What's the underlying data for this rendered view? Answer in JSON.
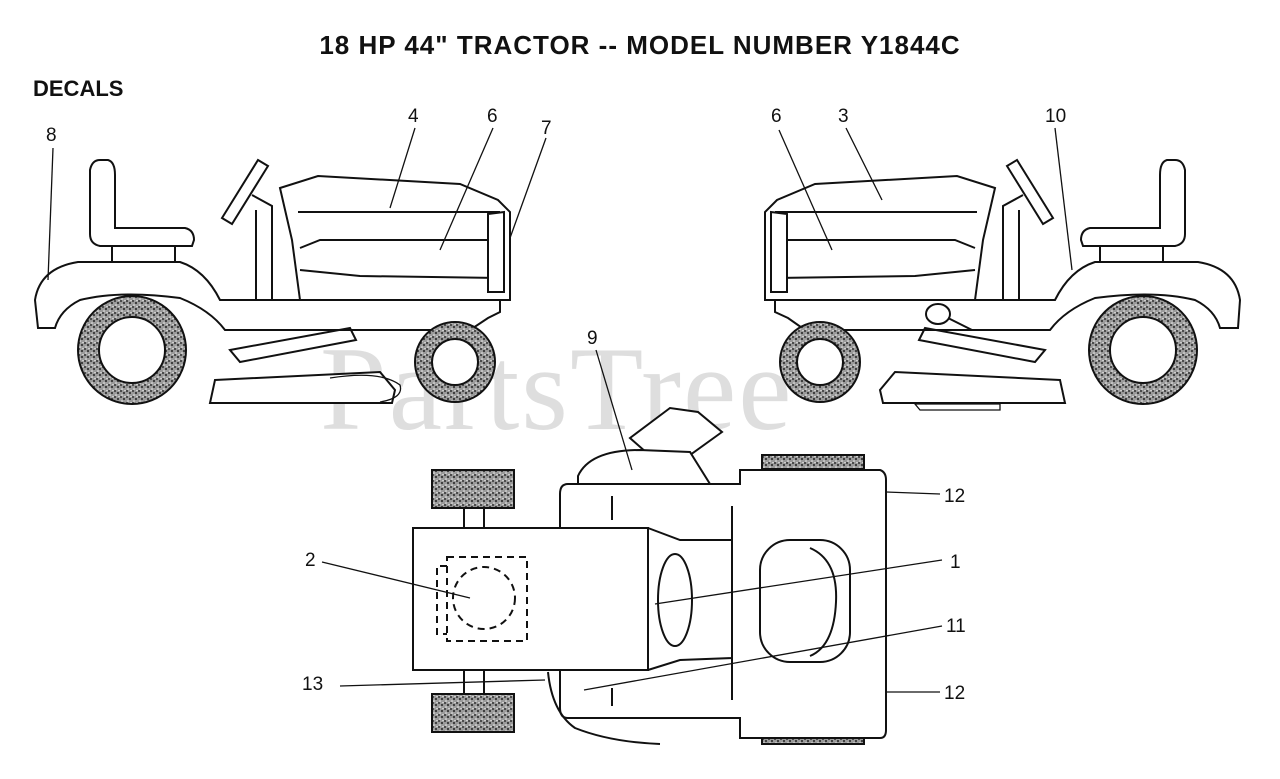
{
  "header": {
    "title": "18 HP 44\" TRACTOR -- MODEL NUMBER Y1844C",
    "section_label": "DECALS"
  },
  "watermark": "PartsTree",
  "callouts": {
    "left_view": [
      "8",
      "4",
      "6",
      "7"
    ],
    "right_view": [
      "6",
      "3",
      "10"
    ],
    "top_view": [
      "9",
      "12",
      "2",
      "1",
      "11",
      "13",
      "12"
    ]
  }
}
